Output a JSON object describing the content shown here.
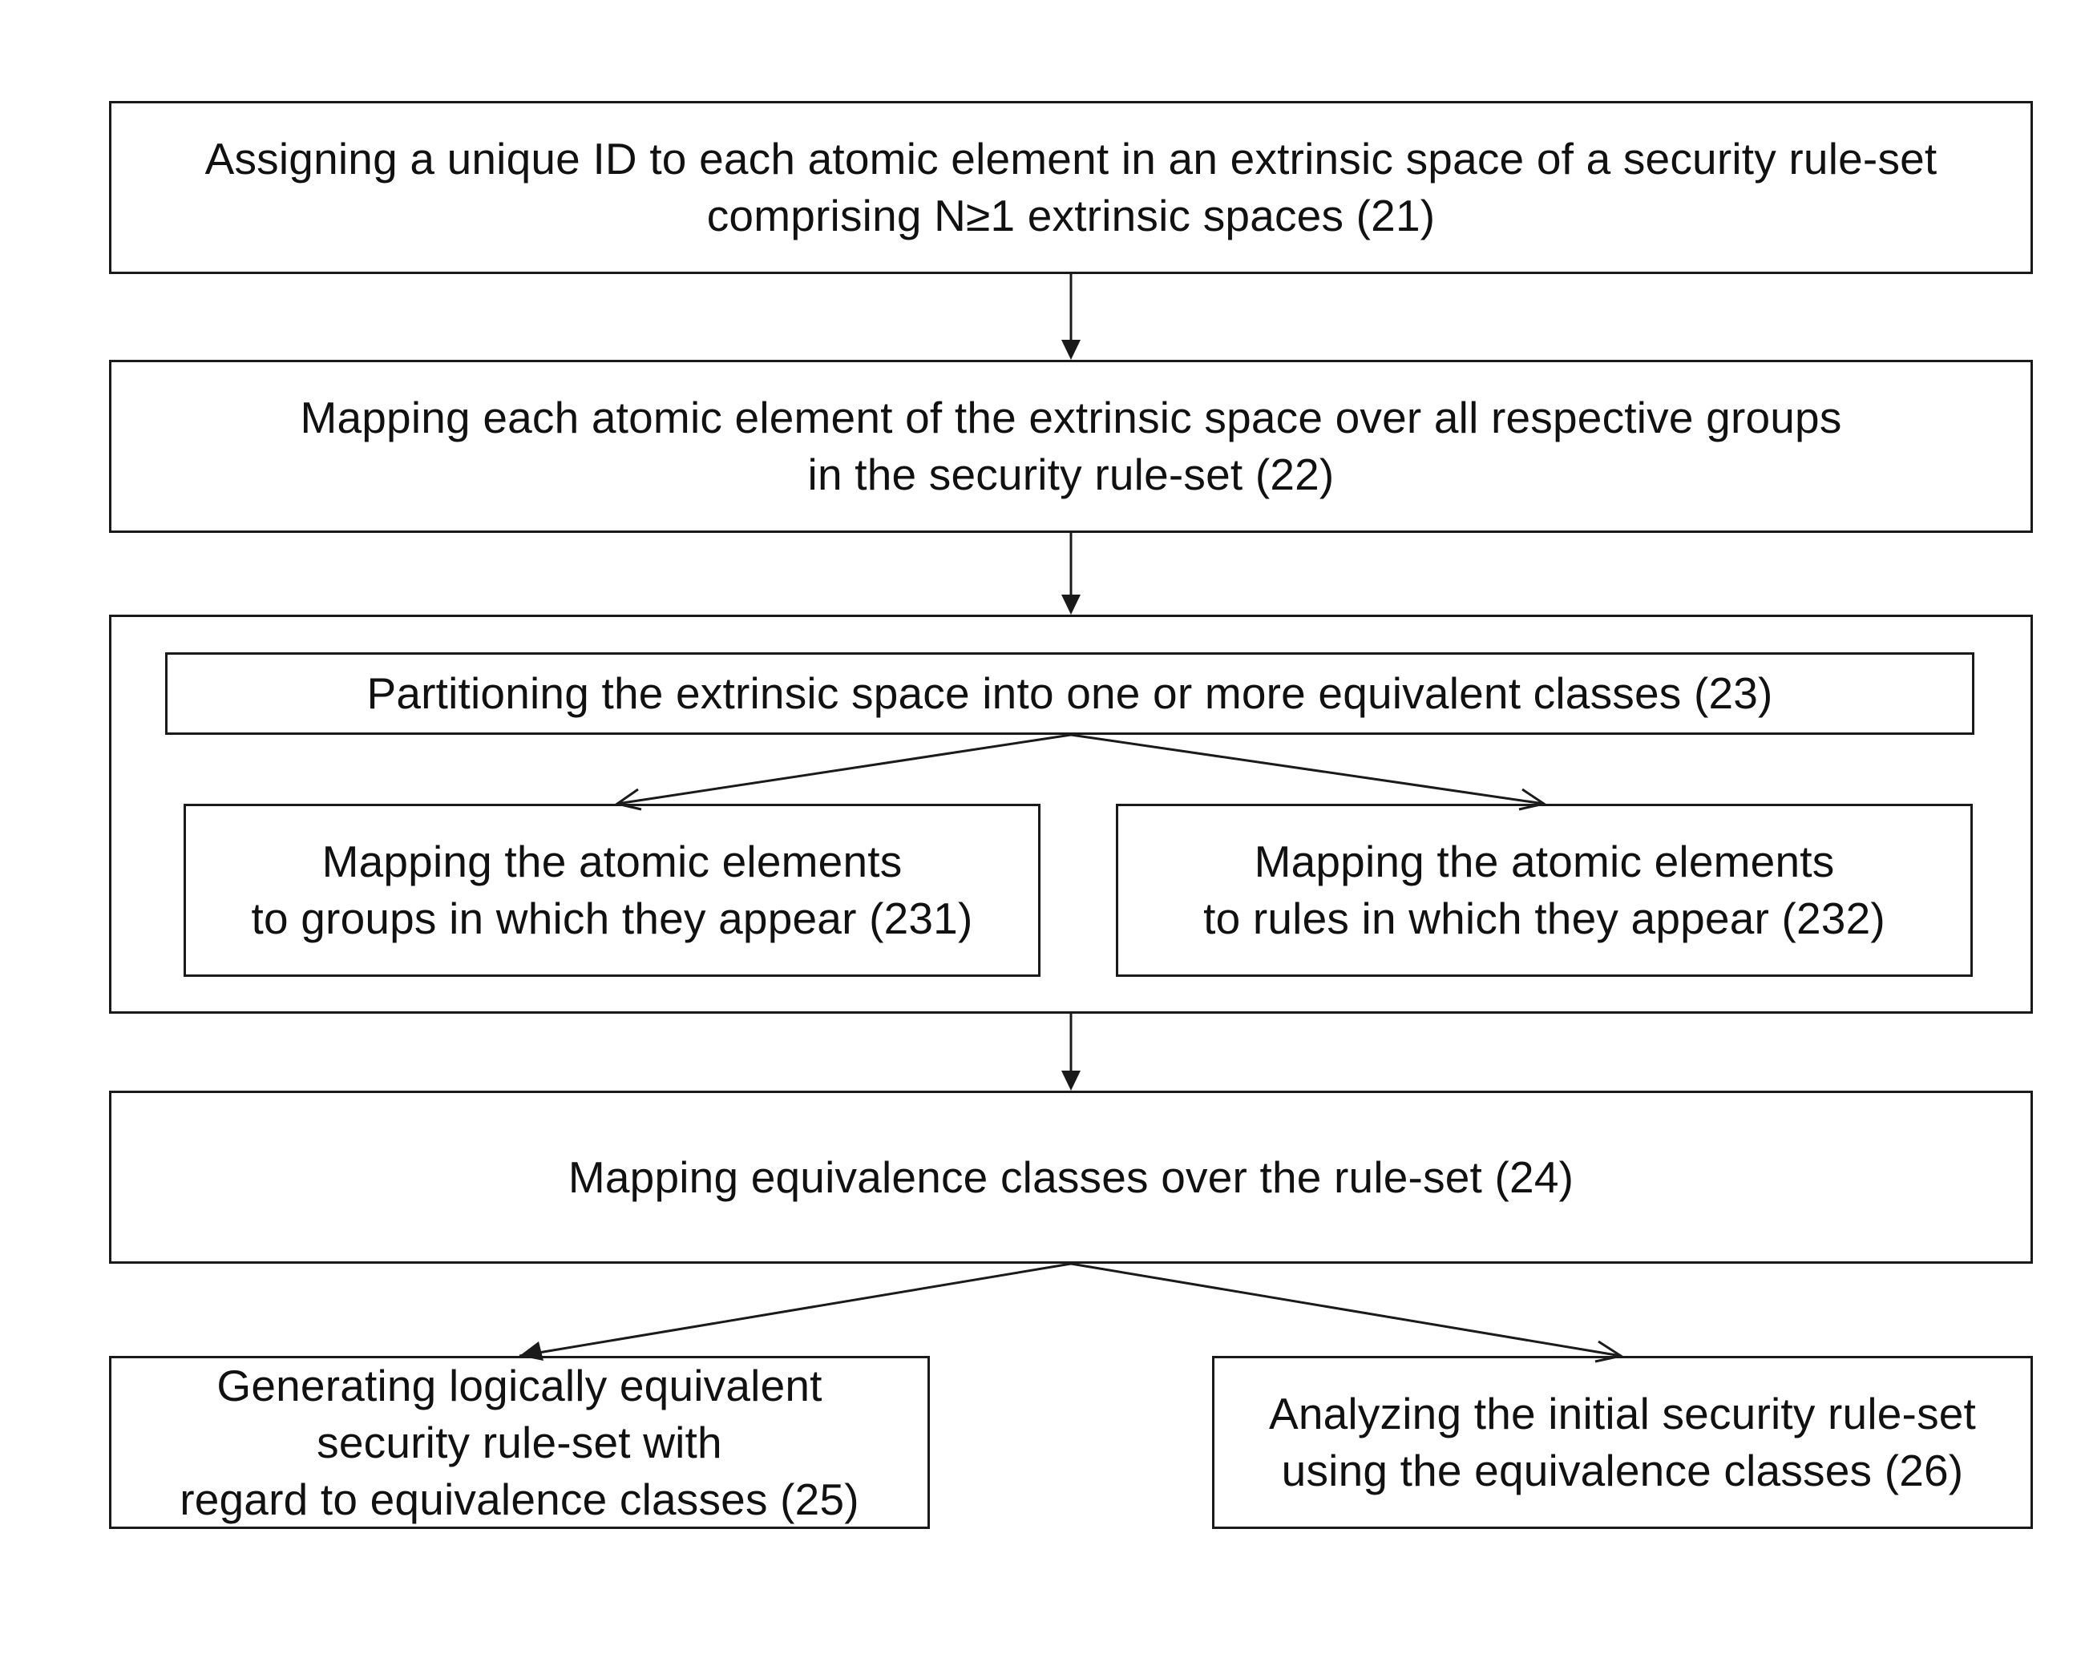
{
  "steps": {
    "s21": "Assigning a unique ID to each atomic element in an extrinsic space of a security rule-set\ncomprising N≥1 extrinsic spaces (21)",
    "s22": "Mapping each atomic element of the extrinsic space over all respective groups\nin the security rule-set (22)",
    "s23": "Partitioning the extrinsic space into one or more equivalent classes (23)",
    "s231": "Mapping the atomic elements\nto groups in which they appear (231)",
    "s232": "Mapping the atomic elements\nto rules in which they appear (232)",
    "s24": "Mapping equivalence classes over the rule-set (24)",
    "s25": "Generating logically equivalent\nsecurity rule-set with\nregard to equivalence classes (25)",
    "s26": "Analyzing the initial security rule-set\nusing the equivalence classes (26)"
  }
}
